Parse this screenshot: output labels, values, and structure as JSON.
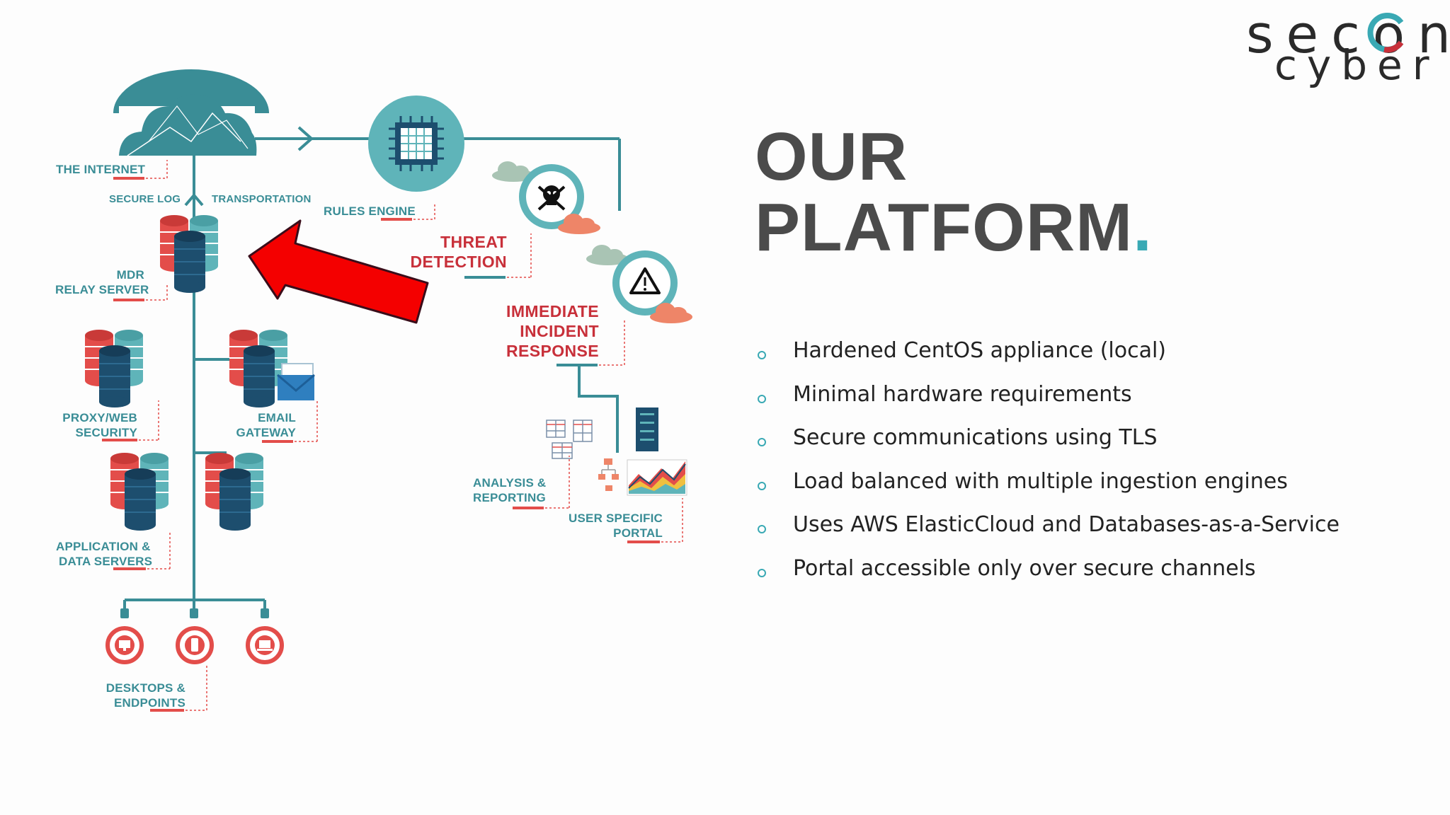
{
  "logo": {
    "line1": "secon",
    "line2": "cyber"
  },
  "title": {
    "line1": "OUR",
    "line2": "PLATFORM",
    "dot": "."
  },
  "bullets": [
    "Hardened CentOS appliance (local)",
    "Minimal hardware requirements",
    "Secure communications using TLS",
    "Load balanced with multiple ingestion engines",
    "Uses AWS ElasticCloud and Databases-as-a-Service",
    "Portal accessible only over secure channels"
  ],
  "diagram": {
    "the_internet": "THE INTERNET",
    "secure_log": "SECURE LOG",
    "transportation": "TRANSPORTATION",
    "rules_engine": "RULES ENGINE",
    "mdr_relay": [
      "MDR",
      "RELAY SERVER"
    ],
    "threat_detection": [
      "THREAT",
      "DETECTION"
    ],
    "incident_response": [
      "IMMEDIATE",
      "INCIDENT",
      "RESPONSE"
    ],
    "proxy_web": [
      "PROXY/WEB",
      "SECURITY"
    ],
    "email_gateway": [
      "EMAIL",
      "GATEWAY"
    ],
    "analysis_reporting": [
      "ANALYSIS &",
      "REPORTING"
    ],
    "user_portal": [
      "USER SPECIFIC",
      "PORTAL"
    ],
    "app_data": [
      "APPLICATION &",
      "DATA SERVERS"
    ],
    "desktops": [
      "DESKTOPS &",
      "ENDPOINTS"
    ]
  },
  "colors": {
    "teal": "#3a8d96",
    "teal_light": "#5fb4b9",
    "navy": "#1d4e6e",
    "red": "#e34d4a",
    "coral": "#ee8568",
    "arrow": "#f40000",
    "accent": "#39a9b4"
  },
  "icons": [
    "cloud-icon",
    "chip-icon",
    "skull-icon",
    "warning-icon",
    "database-icon",
    "email-icon",
    "monitor-icon",
    "phone-icon",
    "laptop-icon",
    "table-icon",
    "chart-icon",
    "server-rack-icon"
  ]
}
